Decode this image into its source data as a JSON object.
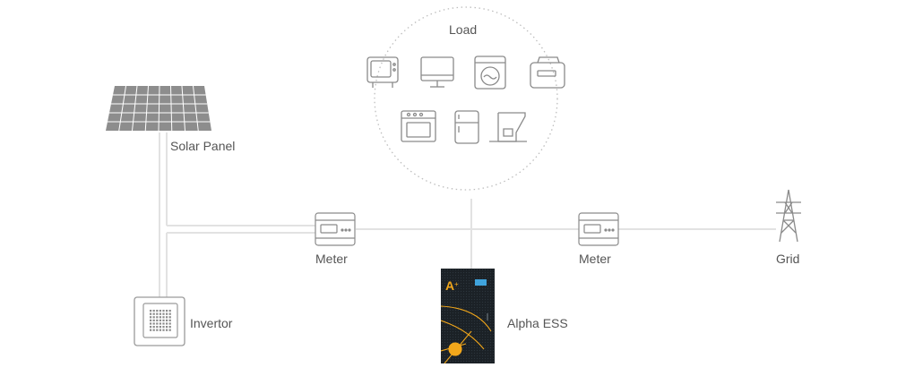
{
  "labels": {
    "load": "Load",
    "solar_panel": "Solar Panel",
    "invertor": "Invertor",
    "meter_left": "Meter",
    "meter_right": "Meter",
    "alpha_ess": "Alpha ESS",
    "grid": "Grid"
  },
  "load_appliances": [
    {
      "icon": "tv-icon"
    },
    {
      "icon": "monitor-icon"
    },
    {
      "icon": "washing-machine-icon"
    },
    {
      "icon": "microwave-icon"
    },
    {
      "icon": "oven-icon"
    },
    {
      "icon": "refrigerator-icon"
    },
    {
      "icon": "coffee-machine-icon"
    }
  ],
  "colors": {
    "line": "#e3e3e3",
    "icon_stroke": "#8a8a8a",
    "panel_fill": "#8d8d8d",
    "ess_body": "#1b2126",
    "ess_accent": "#f2a71b",
    "ess_screen": "#3fa3dc"
  }
}
